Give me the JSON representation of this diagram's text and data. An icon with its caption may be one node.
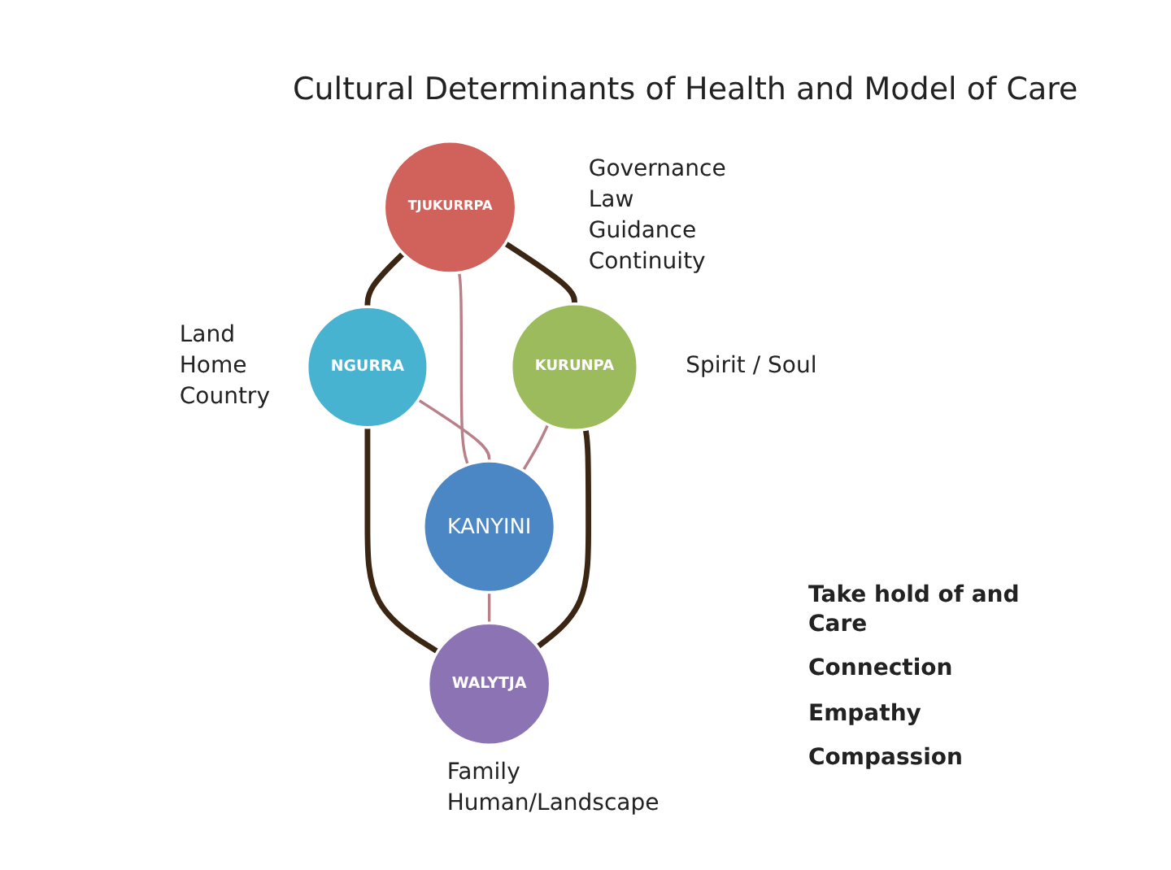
{
  "diagram": {
    "title": "Cultural Determinants of Health and Model of Care",
    "nodes": [
      {
        "text": [
          "TJUKURRPA"
        ],
        "beside": [
          "Governance",
          "Law",
          "Guidance",
          "Continuity"
        ]
      },
      {
        "text": [
          "NGURRA"
        ],
        "beside": [
          "Land",
          "Home",
          "Country"
        ]
      },
      {
        "text": [
          "KANYINI"
        ]
      },
      {
        "text": [
          "KURUNPA"
        ],
        "beside": [
          "Spirit / Soul"
        ]
      },
      {
        "text": [
          "WALYTJA"
        ],
        "beside": [
          "Family",
          "Human/Landscape"
        ]
      }
    ],
    "edges": [
      {
        "from": 0,
        "to": 1,
        "arrow": "none",
        "style": "thick",
        "color": "#3b2613"
      },
      {
        "from": 0,
        "to": 2,
        "arrow": "none",
        "color": "#b9808a"
      },
      {
        "from": 0,
        "to": 3,
        "arrow": "none",
        "style": "thick",
        "color": "#3b2613"
      },
      {
        "from": 1,
        "to": 2,
        "arrow": "none",
        "color": "#b9808a"
      },
      {
        "from": 3,
        "to": 2,
        "arrow": "none",
        "color": "#b9808a"
      },
      {
        "from": 1,
        "to": 4,
        "arrow": "none",
        "style": "thick",
        "color": "#3b2613"
      },
      {
        "from": 2,
        "to": 4,
        "arrow": "none",
        "color": "#b9808a"
      },
      {
        "from": 3,
        "to": 4,
        "arrow": "none",
        "style": "thick",
        "color": "#3b2613"
      }
    ],
    "labels": [
      "Take hold of and Care",
      "Connection",
      "Empathy",
      "Compassion"
    ]
  }
}
